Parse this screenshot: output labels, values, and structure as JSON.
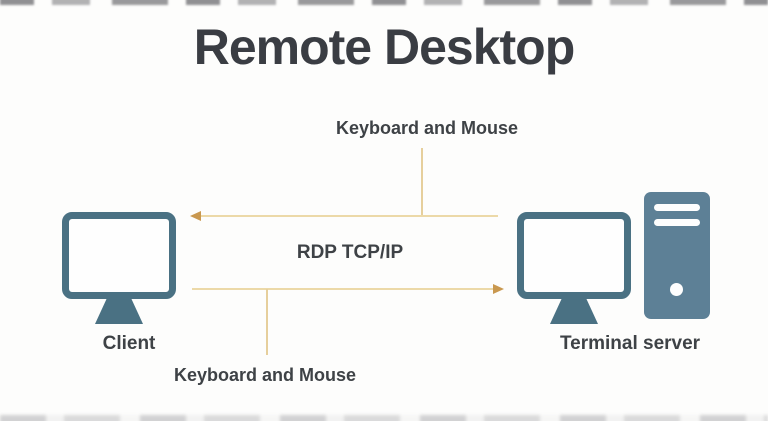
{
  "title": "Remote Desktop",
  "diagram": {
    "client": {
      "label": "Client",
      "icon": "monitor-icon"
    },
    "server": {
      "label": "Terminal server",
      "icon": "monitor-icon",
      "tower": "tower-icon"
    },
    "links": {
      "keyboard_mouse_top": {
        "label": "Keyboard and Mouse",
        "direction": "server-to-client"
      },
      "rdp": {
        "label": "RDP TCP/IP",
        "direction": "client-to-server"
      },
      "keyboard_mouse_bottom": {
        "label": "Keyboard and Mouse",
        "direction": "client-to-server"
      }
    }
  },
  "colors": {
    "device_frame": "#4a7183",
    "tower_body": "#5d8096",
    "arrow_line": "#ecd9a8",
    "arrow_head": "#c9984f",
    "title_text": "#3a3d43",
    "label_text": "#3e4246",
    "background": "#fdfdfc"
  }
}
